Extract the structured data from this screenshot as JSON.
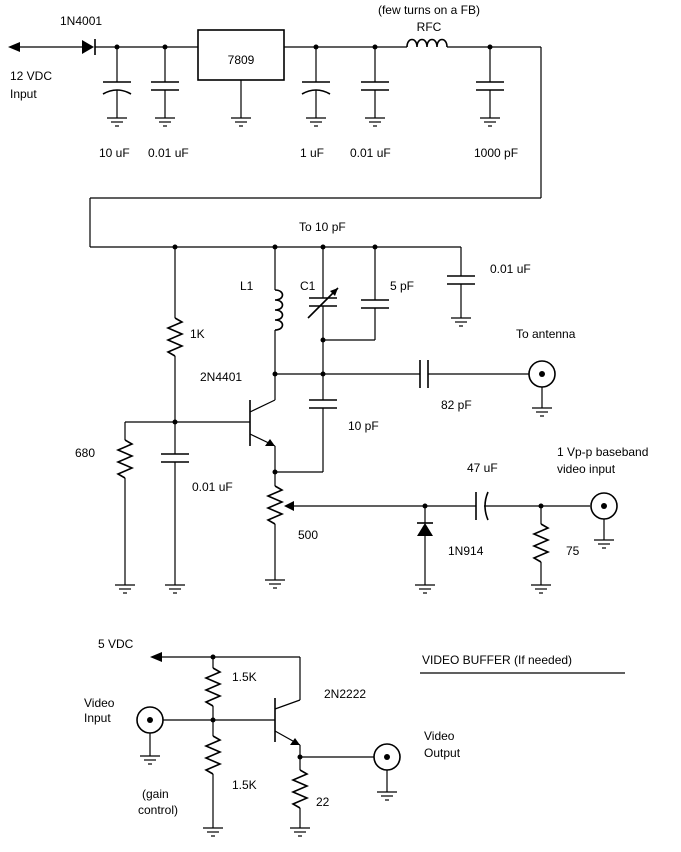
{
  "labels": {
    "input_diode": "1N4001",
    "input_voltage": "12 VDC",
    "input_word": "Input",
    "regulator": "7809",
    "rfc_note": "(few turns on a FB)",
    "rfc": "RFC",
    "cap_10uF": "10 uF",
    "cap_001uF_a": "0.01 uF",
    "cap_1uF": "1 uF",
    "cap_001uF_b": "0.01 uF",
    "cap_1000pF": "1000 pF",
    "to_10pF": "To 10 pF",
    "cap_001uF_c": "0.01 uF",
    "l1": "L1",
    "c1": "C1",
    "cap_5pF": "5 pF",
    "r_1k": "1K",
    "to_antenna": "To antenna",
    "q_2n4401": "2N4401",
    "cap_82pF": "82 pF",
    "cap_10pF": "10 pF",
    "r_680": "680",
    "cap_001uF_d": "0.01 uF",
    "baseband_1": "1 Vp-p baseband",
    "baseband_2": "video input",
    "cap_47uF": "47 uF",
    "pot_500": "500",
    "diode_1n914": "1N914",
    "r_75": "75",
    "buf_5vdc": "5 VDC",
    "buf_title": "VIDEO BUFFER (If needed)",
    "buf_video_in_1": "Video",
    "buf_video_in_2": "Input",
    "r_1k5_top": "1.5K",
    "q_2n2222": "2N2222",
    "buf_video_out_1": "Video",
    "buf_video_out_2": "Output",
    "r_1k5_bottom": "1.5K",
    "gain_1": "(gain",
    "gain_2": "control)",
    "r_22": "22"
  }
}
